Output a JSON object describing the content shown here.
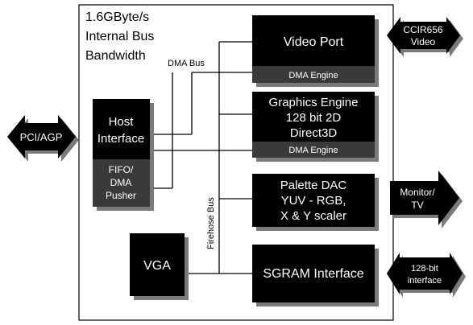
{
  "board": {
    "title_lines": [
      "1.6GByte/s",
      "Internal Bus",
      "Bandwidth"
    ]
  },
  "buses": {
    "dma": "DMA Bus",
    "firehose": "Firehose Bus"
  },
  "blocks": {
    "video_port": {
      "lines": [
        "Video Port"
      ],
      "dma": "DMA Engine"
    },
    "graphics_engine": {
      "lines": [
        "Graphics Engine",
        "128 bit 2D",
        "Direct3D"
      ],
      "dma": "DMA Engine"
    },
    "palette_dac": {
      "lines": [
        "Palette DAC",
        "YUV - RGB,",
        "X & Y scaler"
      ]
    },
    "sgram": {
      "lines": [
        "SGRAM Interface"
      ]
    },
    "host": {
      "lines": [
        "Host",
        "Interface"
      ],
      "sub": [
        "FIFO/",
        "DMA",
        "Pusher"
      ]
    },
    "vga": {
      "lines": [
        "VGA"
      ]
    }
  },
  "arrows": {
    "pci": {
      "lines": [
        "PCI/AGP"
      ]
    },
    "ccir": {
      "lines": [
        "CCIR656",
        "Video"
      ]
    },
    "monitor": {
      "lines": [
        "Monitor/",
        "TV"
      ]
    },
    "interface128": {
      "lines": [
        "128-bit",
        "interface"
      ]
    }
  },
  "colors": {
    "block": "#000000",
    "block_shadow": "#7a7a7a",
    "strip": "#3a3a3a",
    "arrow": "#000000"
  }
}
